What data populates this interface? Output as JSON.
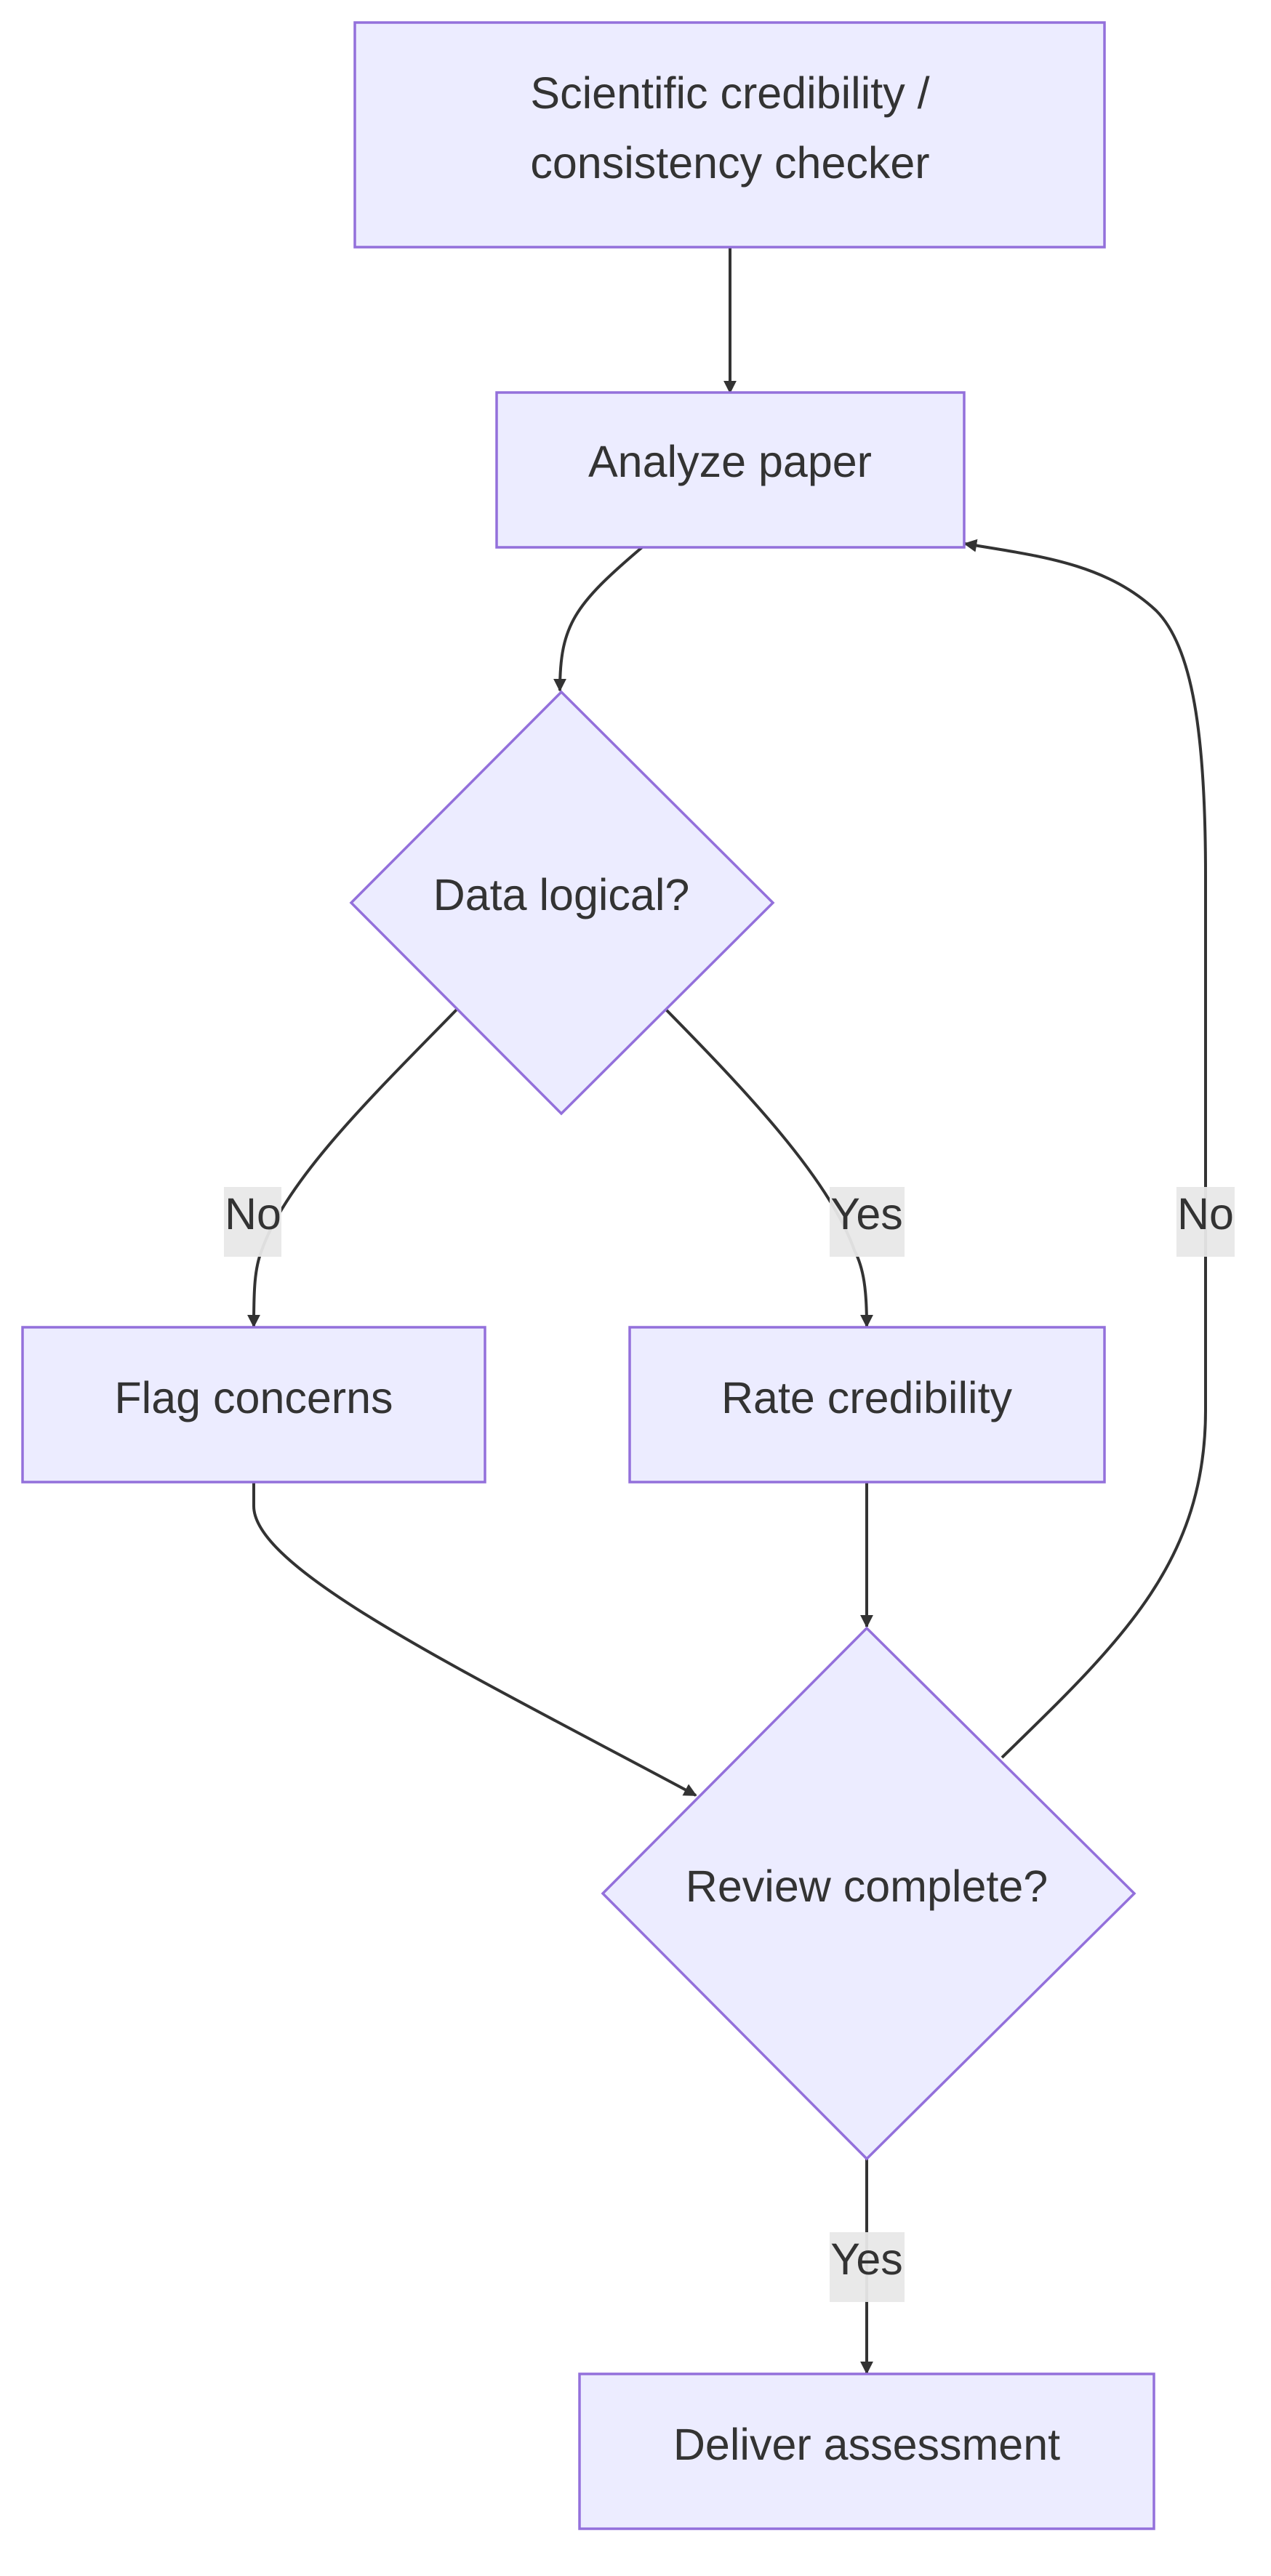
{
  "diagram": {
    "type": "flowchart",
    "colors": {
      "node_fill": "#ececff",
      "node_stroke": "#9370db",
      "edge": "#333333",
      "label_background": "#e8e8e8",
      "text": "#333333"
    },
    "nodes": {
      "start": {
        "line1": "Scientific credibility /",
        "line2": "consistency checker"
      },
      "analyze": {
        "label": "Analyze paper"
      },
      "logical": {
        "label": "Data logical?"
      },
      "flag": {
        "label": "Flag concerns"
      },
      "rate": {
        "label": "Rate credibility"
      },
      "review": {
        "label": "Review complete?"
      },
      "deliver": {
        "label": "Deliver assessment"
      }
    },
    "edges": {
      "start_to_analyze": {
        "from": "start",
        "to": "analyze",
        "label": ""
      },
      "analyze_to_logical": {
        "from": "analyze",
        "to": "logical",
        "label": ""
      },
      "logical_to_flag": {
        "from": "logical",
        "to": "flag",
        "label": "No"
      },
      "logical_to_rate": {
        "from": "logical",
        "to": "rate",
        "label": "Yes"
      },
      "flag_to_review": {
        "from": "flag",
        "to": "review",
        "label": ""
      },
      "rate_to_review": {
        "from": "rate",
        "to": "review",
        "label": ""
      },
      "review_to_analyze": {
        "from": "review",
        "to": "analyze",
        "label": "No"
      },
      "review_to_deliver": {
        "from": "review",
        "to": "deliver",
        "label": "Yes"
      }
    }
  }
}
